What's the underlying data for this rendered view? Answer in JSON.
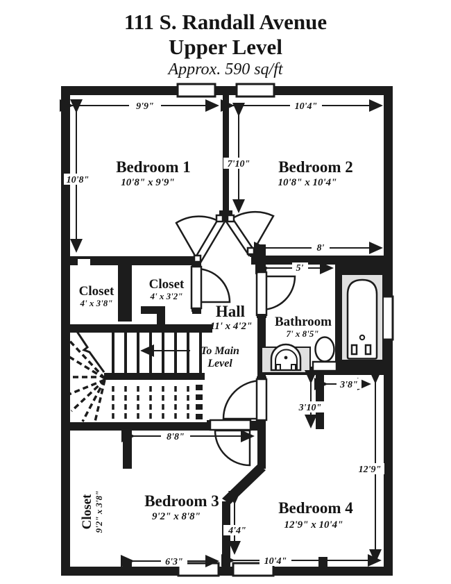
{
  "title": {
    "line1": "111 S. Randall Avenue",
    "line2": "Upper Level",
    "subtitle": "Approx. 590 sq/ft"
  },
  "rooms": [
    {
      "id": "bedroom1",
      "name": "Bedroom 1",
      "dims": "10'8\" x 9'9\""
    },
    {
      "id": "bedroom2",
      "name": "Bedroom 2",
      "dims": "10'8\" x 10'4\""
    },
    {
      "id": "closet1",
      "name": "Closet",
      "dims": "4' x 3'8\""
    },
    {
      "id": "closet2",
      "name": "Closet",
      "dims": "4' x 3'2\""
    },
    {
      "id": "hall",
      "name": "Hall",
      "dims": "11' x 4'2\""
    },
    {
      "id": "bathroom",
      "name": "Bathroom",
      "dims": "7' x 8'5\""
    },
    {
      "id": "closet3",
      "name": "Closet",
      "dims": "9'2\" x 3'8\""
    },
    {
      "id": "bedroom3",
      "name": "Bedroom 3",
      "dims": "9'2\" x 8'8\""
    },
    {
      "id": "bedroom4",
      "name": "Bedroom 4",
      "dims": "12'9\" x 10'4\""
    }
  ],
  "stairs": {
    "note1": "To Main",
    "note2": "Level"
  },
  "dims": {
    "b1_w": "9'9\"",
    "b1_h": "10'8\"",
    "b2_w": "10'4\"",
    "b2_h": "7'10\"",
    "b2_bottom": "8'",
    "bath_top": "5'",
    "nook_h": "3'10\"",
    "nook_w": "3'8\"",
    "b4_h": "12'9\"",
    "b4_w_bottom": "10'4\"",
    "b3_w_bottom": "6'3\"",
    "b3_top": "8'8\"",
    "b3_niche": "4'4\""
  },
  "colors": {
    "wall": "#1c1c1c",
    "fixture_fill": "#e0e0e0",
    "background": "#ffffff"
  }
}
